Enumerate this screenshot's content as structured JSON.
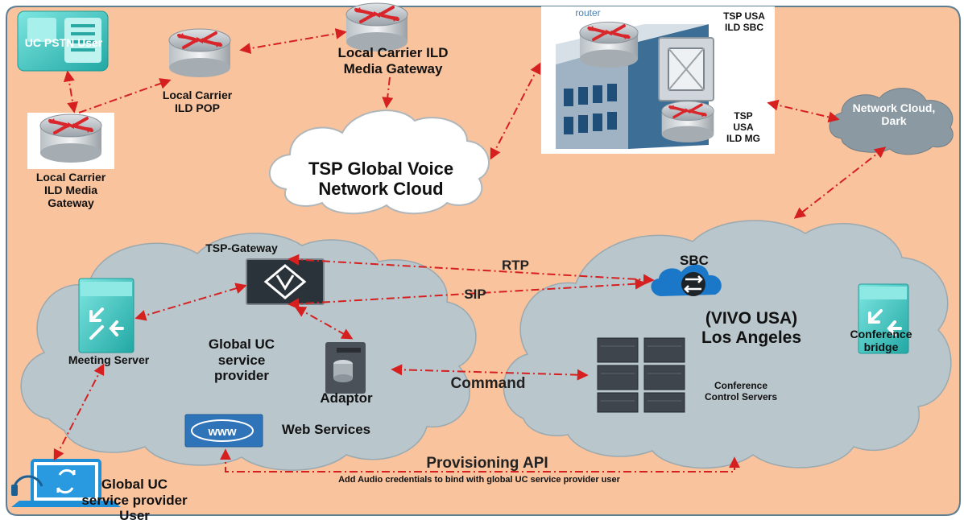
{
  "nodes": {
    "uc_pstn_user": "UC PSTN User",
    "local_carrier_pop": "Local Carrier\nILD POP",
    "local_carrier_mg_top": "Local Carrier ILD\nMedia Gateway",
    "local_carrier_mg_left": "Local Carrier\nILD Media\nGateway",
    "tsp_global_cloud": "TSP Global Voice\nNetwork Cloud",
    "router_tag": "router",
    "tsp_usa_sbc": "TSP USA\nILD SBC",
    "tsp_usa_mg": "TSP\nUSA\nILD MG",
    "network_cloud_dark": "Network Cloud,\nDark",
    "tsp_gateway": "TSP-Gateway",
    "meeting_server": "Meeting Server",
    "global_uc_sp": "Global UC\nservice\nprovider",
    "adaptor": "Adaptor",
    "web_services": "Web Services",
    "sbc": "SBC",
    "vivo_usa": "(VIVO USA)\nLos Angeles",
    "conference_bridge": "Conference\nbridge",
    "conference_control": "Conference\nControl Servers",
    "global_uc_user": "Global UC\nservice provider\nUser"
  },
  "links": {
    "rtp": "RTP",
    "sip": "SIP",
    "command": "Command",
    "provisioning_api": "Provisioning API",
    "provisioning_note": "Add Audio credentials to bind with global UC service provider  user"
  },
  "colors": {
    "background": "#f8c39d",
    "cloud": "#b9c6cc",
    "link": "#d62020",
    "device_teal": "#3dc9c5",
    "router_red": "#d8262a",
    "dark_cloud": "#8a99a2"
  },
  "icons": [
    "router-icon",
    "phone-icon",
    "server-icon",
    "switch-icon",
    "laptop-icon",
    "firewall-icon"
  ]
}
